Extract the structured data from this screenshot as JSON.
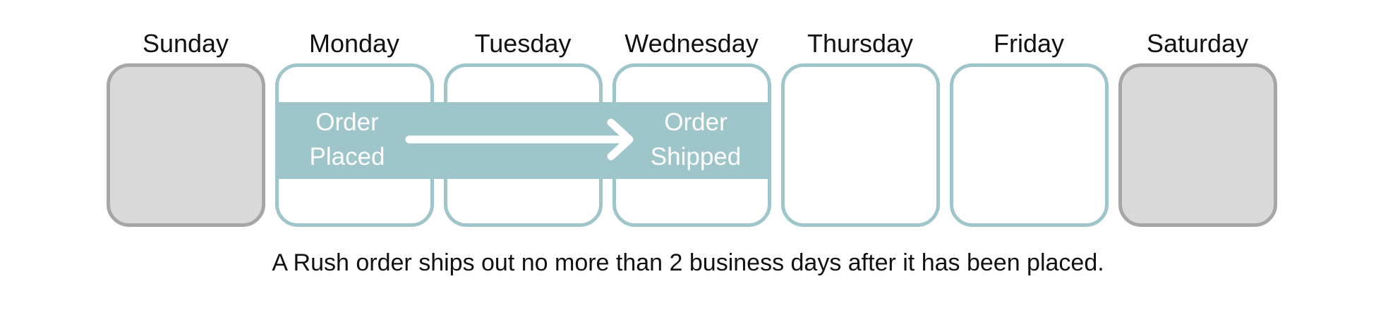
{
  "days": [
    {
      "name": "Sunday",
      "weekend": true
    },
    {
      "name": "Monday",
      "weekend": false
    },
    {
      "name": "Tuesday",
      "weekend": false
    },
    {
      "name": "Wednesday",
      "weekend": false
    },
    {
      "name": "Thursday",
      "weekend": false
    },
    {
      "name": "Friday",
      "weekend": false
    },
    {
      "name": "Saturday",
      "weekend": true
    }
  ],
  "events": {
    "placed": {
      "line1": "Order",
      "line2": "Placed"
    },
    "shipped": {
      "line1": "Order",
      "line2": "Shipped"
    }
  },
  "caption": "A Rush order ships out no more than 2 business days after it has been placed.",
  "colors": {
    "accent": "#9ec5ca",
    "weekend_fill": "#d9d9d9",
    "weekend_border": "#a6a6a6",
    "event_text": "#ffffff",
    "text": "#111111"
  }
}
